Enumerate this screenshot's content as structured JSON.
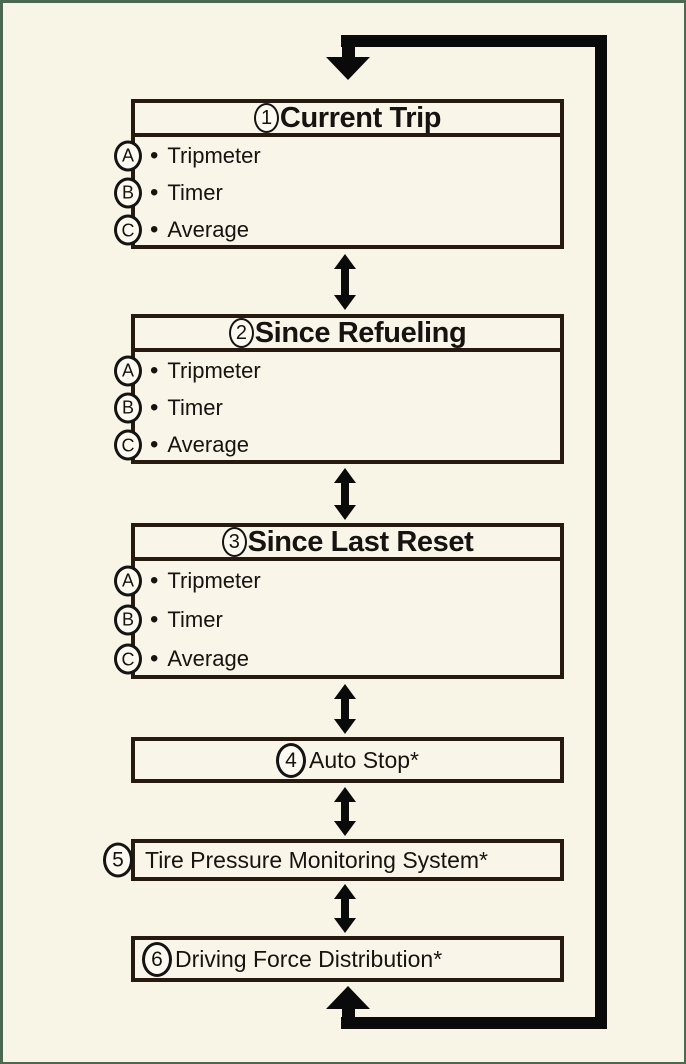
{
  "ui": {
    "bullet": "•"
  },
  "diagram": {
    "type": "menu-cycle-flow",
    "colors": {
      "background": "#f8f5e7",
      "frame": "#4a6950",
      "box_border": "#271a11",
      "arrow": "#0a0a0a",
      "badge_fill": "#fdfbf1"
    },
    "boxes": [
      {
        "number": "1",
        "title": "Current Trip",
        "items": [
          {
            "letter": "A",
            "label": "Tripmeter"
          },
          {
            "letter": "B",
            "label": "Timer"
          },
          {
            "letter": "C",
            "label": "Average"
          }
        ]
      },
      {
        "number": "2",
        "title": "Since Refueling",
        "items": [
          {
            "letter": "A",
            "label": "Tripmeter"
          },
          {
            "letter": "B",
            "label": "Timer"
          },
          {
            "letter": "C",
            "label": "Average"
          }
        ]
      },
      {
        "number": "3",
        "title": "Since Last Reset",
        "items": [
          {
            "letter": "A",
            "label": "Tripmeter"
          },
          {
            "letter": "B",
            "label": "Timer"
          },
          {
            "letter": "C",
            "label": "Average"
          }
        ]
      },
      {
        "number": "4",
        "title": "Auto Stop*"
      },
      {
        "number": "5",
        "title": "Tire Pressure Monitoring System*"
      },
      {
        "number": "6",
        "title": "Driving Force Distribution*"
      }
    ]
  }
}
